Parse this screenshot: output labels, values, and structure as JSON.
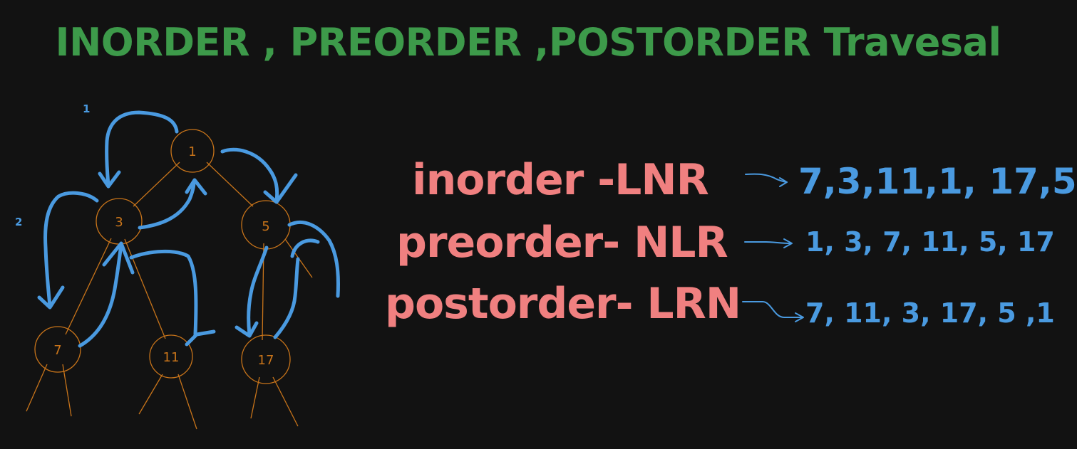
{
  "title": "INORDER , PREORDER ,POSTORDER Travesal",
  "colors": {
    "background": "#121212",
    "title": "#3d9a4a",
    "tree": "#c8741a",
    "annotation": "#4a9ae0",
    "traversal_name": "#f08080"
  },
  "markers": {
    "one": "1",
    "two": "2"
  },
  "tree": {
    "nodes": [
      {
        "id": "n1",
        "label": "1"
      },
      {
        "id": "n3",
        "label": "3"
      },
      {
        "id": "n5",
        "label": "5"
      },
      {
        "id": "n7",
        "label": "7"
      },
      {
        "id": "n11",
        "label": "11"
      },
      {
        "id": "n17",
        "label": "17"
      }
    ],
    "edges": [
      [
        "n1",
        "n3"
      ],
      [
        "n1",
        "n5"
      ],
      [
        "n3",
        "n7"
      ],
      [
        "n3",
        "n11"
      ],
      [
        "n5",
        "n17"
      ]
    ]
  },
  "traversals": [
    {
      "name": "inorder -LNR",
      "sequence": "7,3,11,1, 17,5"
    },
    {
      "name": "preorder- NLR",
      "sequence": "1, 3, 7, 11, 5, 17"
    },
    {
      "name": "postorder- LRN",
      "sequence": "7, 11, 3, 17, 5 ,1"
    }
  ]
}
